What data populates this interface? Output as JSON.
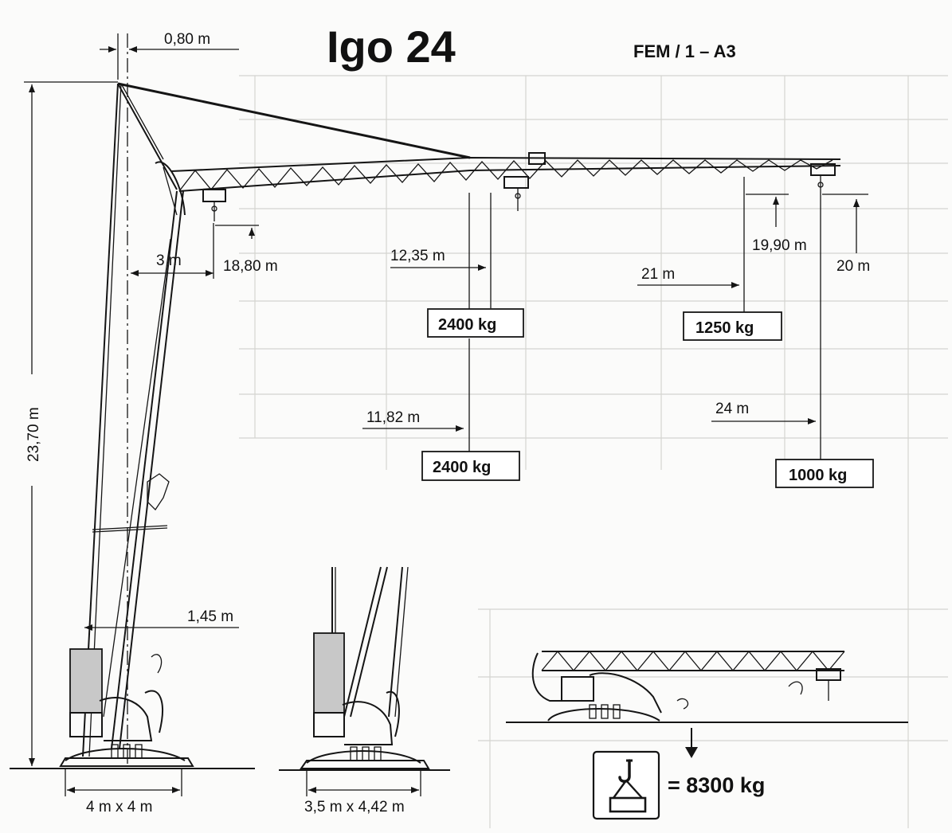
{
  "title": "Igo 24",
  "classification": "FEM / 1 – A3",
  "dimensions": {
    "mast_offset": "0,80 m",
    "total_height": "23,70 m",
    "min_radius": "3 m",
    "hook_height_min": "18,80 m",
    "radius_1": "12,35 m",
    "radius_2": "11,82 m",
    "radius_3": "21 m",
    "hook_height_3": "19,90 m",
    "radius_4": "24 m",
    "hook_height_max": "20 m",
    "ballast_offset": "1,45 m",
    "base_standard": "4 m x 4 m",
    "base_compact": "3,5 m x 4,42 m"
  },
  "loads": {
    "load_1": "2400 kg",
    "load_2": "2400 kg",
    "load_3": "1250 kg",
    "load_4": "1000 kg"
  },
  "transport": {
    "weight": "= 8300 kg"
  },
  "icons": [
    "hook-icon",
    "weight-arrow-icon"
  ],
  "colors": {
    "ink": "#151515",
    "ballast": "#c8c8c8",
    "paper": "#fbfbfa"
  }
}
